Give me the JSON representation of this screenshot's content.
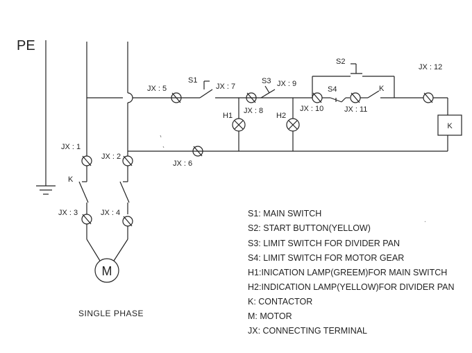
{
  "pe_label": "PE",
  "caption": "SINGLE  PHASE",
  "motor_symbol": "M",
  "contactor_coil": "K",
  "labels": {
    "jx1": "JX : 1",
    "jx2": "JX : 2",
    "jx3": "JX : 3",
    "jx4": "JX : 4",
    "jx5": "JX : 5",
    "jx6": "JX : 6",
    "jx7": "JX : 7",
    "jx8": "JX : 8",
    "jx9": "JX : 9",
    "jx10": "JX : 10",
    "jx11": "JX : 11",
    "jx12": "JX : 12",
    "s1": "S1",
    "s2": "S2",
    "s3": "S3",
    "s4": "S4",
    "h1": "H1",
    "h2": "H2",
    "k_power": "K",
    "k_contact": "K"
  },
  "legend": [
    "S1: MAIN SWITCH",
    "S2: START BUTTON(YELLOW)",
    "S3: LIMIT SWITCH FOR DIVIDER PAN",
    "S4: LIMIT SWITCH FOR MOTOR GEAR",
    "H1:INICATION LAMP(GREEM)FOR MAIN SWITCH",
    "H2:INDICATION LAMP(YELLOW)FOR DIVIDER PAN",
    "K:  CONTACTOR",
    "M:  MOTOR",
    "JX: CONNECTING TERMINAL"
  ]
}
